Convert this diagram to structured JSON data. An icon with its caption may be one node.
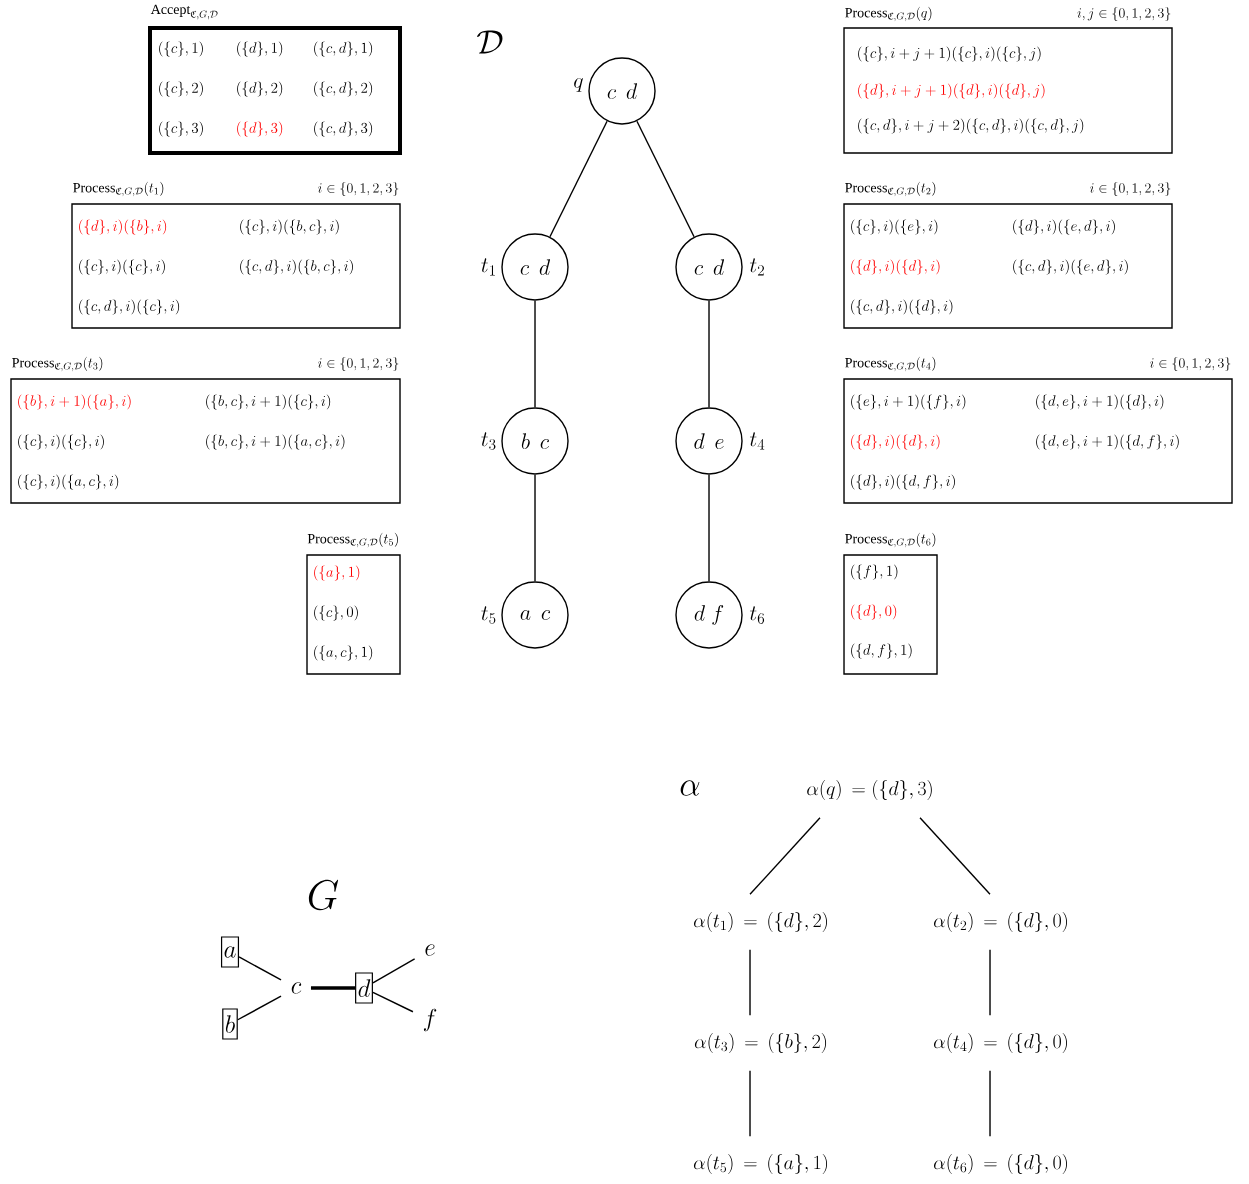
{
  "diagram": {
    "nodes": [
      {
        "text": [
          "\\mathrm{Accept}_{\\mathfrak{C},G,\\mathcal{D}}",
          "(\\{c\\},1)",
          "(\\{d\\},1)",
          "(\\{c,d\\},1)",
          "(\\{c\\},2)",
          "(\\{d\\},2)",
          "(\\{c,d\\},2)",
          "(\\{c\\},3)",
          "(\\{d\\},3)",
          "(\\{c,d\\},3)"
        ]
      },
      {
        "text": [
          "\\mathrm{Process}_{\\mathfrak{C},G,\\mathcal{D}}(q)",
          "i,j\\in\\{0,1,2,3\\}",
          "(\\{c\\},i+j+1)(\\{c\\},i)(\\{c\\},j)",
          "(\\{d\\},i+j+1)(\\{d\\},i)(\\{d\\},j)",
          "(\\{c,d\\},i+j+2)(\\{c,d\\},i)(\\{c,d\\},j)"
        ]
      },
      {
        "text": [
          "\\mathrm{Process}_{\\mathfrak{C},G,\\mathcal{D}}(t_1)",
          "i\\in\\{0,1,2,3\\}",
          "(\\{d\\},i)(\\{b\\},i)",
          "(\\{c\\},i)(\\{b,c\\},i)",
          "(\\{c\\},i)(\\{c\\},i)",
          "(\\{c,d\\},i)(\\{b,c\\},i)",
          "(\\{c,d\\},i)(\\{c\\},i)"
        ]
      },
      {
        "text": [
          "\\mathrm{Process}_{\\mathfrak{C},G,\\mathcal{D}}(t_2)",
          "i\\in\\{0,1,2,3\\}",
          "(\\{c\\},i)(\\{e\\},i)",
          "(\\{d\\},i)(\\{e,d\\},i)",
          "(\\{d\\},i)(\\{d\\},i)",
          "(\\{c,d\\},i)(\\{e,d\\},i)",
          "(\\{c,d\\},i)(\\{d\\},i)"
        ]
      },
      {
        "text": [
          "\\mathrm{Process}_{\\mathfrak{C},G,\\mathcal{D}}(t_3)",
          "i\\in\\{0,1,2,3\\}",
          "(\\{b\\},i+1)(\\{a\\},i)",
          "(\\{b,c\\},i+1)(\\{c\\},i)",
          "(\\{c\\},i)(\\{c\\},i)",
          "(\\{b,c\\},i+1)(\\{a,c\\},i)",
          "(\\{c\\},i)(\\{a,c\\},i)"
        ]
      },
      {
        "text": [
          "\\mathrm{Process}_{\\mathfrak{C},G,\\mathcal{D}}(t_4)",
          "i\\in\\{0,1,2,3\\}",
          "(\\{e\\},i+1)(\\{f\\},i)",
          "(\\{d,e\\},i+1)(\\{d\\},i)",
          "(\\{d\\},i)(\\{d\\},i)",
          "(\\{d,e\\},i+1)(\\{d,f\\},i)",
          "(\\{d\\},i)(\\{d,f\\},i)"
        ]
      },
      {
        "text": [
          "\\mathrm{Process}_{\\mathfrak{C},G,\\mathcal{D}}(t_5)",
          "(\\{a\\},1)",
          "(\\{c\\},0)",
          "(\\{a,c\\},1)"
        ]
      },
      {
        "text": [
          "\\mathrm{Process}_{\\mathfrak{C},G,\\mathcal{D}}(t_6)",
          "(\\{f\\},1)",
          "(\\{d\\},0)",
          "(\\{d,f\\},1)"
        ]
      },
      {
        "text": [
          "c\\;\\,d"
        ],
        "beside": [
          "q"
        ]
      },
      {
        "text": [
          "c\\;\\,d"
        ],
        "beside": [
          "t_1"
        ]
      },
      {
        "text": [
          "c\\;\\,d"
        ],
        "beside": [
          "t_2"
        ]
      },
      {
        "text": [
          "b\\;\\,c"
        ],
        "beside": [
          "t_3"
        ]
      },
      {
        "text": [
          "d\\;\\,e"
        ],
        "beside": [
          "t_4"
        ]
      },
      {
        "text": [
          "a\\;\\,c"
        ],
        "beside": [
          "t_5"
        ]
      },
      {
        "text": [
          "d\\;f"
        ],
        "beside": [
          "t_6"
        ]
      },
      {
        "text": [
          "a"
        ]
      },
      {
        "text": [
          "b"
        ]
      },
      {
        "text": [
          "c"
        ]
      },
      {
        "text": [
          "d"
        ]
      },
      {
        "text": [
          "e"
        ]
      },
      {
        "text": [
          "f"
        ]
      },
      {
        "text": [
          "\\alpha(q)\\,=(\\{d\\},3)"
        ]
      },
      {
        "text": [
          "\\alpha(t_1)\\,=\\,(\\{d\\},2)"
        ]
      },
      {
        "text": [
          "\\alpha(t_2)\\,=\\,(\\{d\\},0)"
        ]
      },
      {
        "text": [
          "\\alpha(t_3)\\,=\\,(\\{b\\},2)"
        ]
      },
      {
        "text": [
          "\\alpha(t_4)\\,=\\,(\\{d\\},0)"
        ]
      },
      {
        "text": [
          "\\alpha(t_5)\\,=\\,(\\{a\\},1)"
        ]
      },
      {
        "text": [
          "\\alpha(t_6)\\,=\\,(\\{d\\},0)"
        ]
      }
    ],
    "edges": [
      {
        "from": 8,
        "to": 9,
        "arrow": "none"
      },
      {
        "from": 8,
        "to": 10,
        "arrow": "none"
      },
      {
        "from": 9,
        "to": 11,
        "arrow": "none"
      },
      {
        "from": 11,
        "to": 13,
        "arrow": "none"
      },
      {
        "from": 10,
        "to": 12,
        "arrow": "none"
      },
      {
        "from": 12,
        "to": 14,
        "arrow": "none"
      },
      {
        "from": 15,
        "to": 17,
        "arrow": "none"
      },
      {
        "from": 16,
        "to": 17,
        "arrow": "none"
      },
      {
        "from": 17,
        "to": 18,
        "arrow": "none",
        "style": "thick"
      },
      {
        "from": 18,
        "to": 19,
        "arrow": "none"
      },
      {
        "from": 18,
        "to": 20,
        "arrow": "none"
      },
      {
        "from": 21,
        "to": 22,
        "arrow": "none"
      },
      {
        "from": 21,
        "to": 23,
        "arrow": "none"
      },
      {
        "from": 22,
        "to": 24,
        "arrow": "none"
      },
      {
        "from": 24,
        "to": 26,
        "arrow": "none"
      },
      {
        "from": 23,
        "to": 25,
        "arrow": "none"
      },
      {
        "from": 25,
        "to": 27,
        "arrow": "none"
      }
    ],
    "labels": [
      "\\mathcal{D}",
      "G",
      "\\alpha"
    ]
  }
}
